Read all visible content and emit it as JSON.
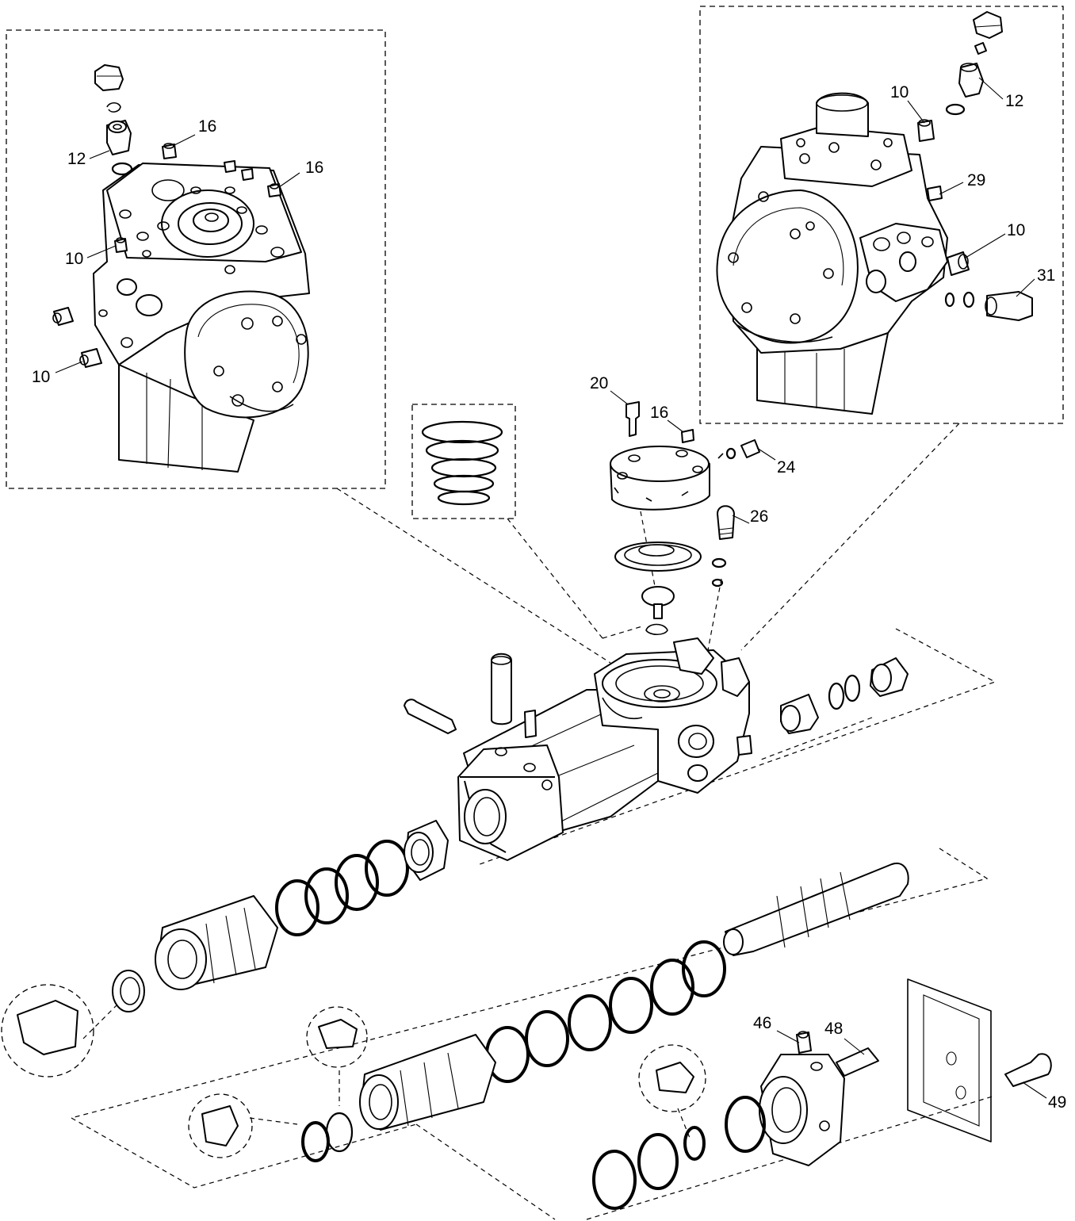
{
  "callouts": [
    {
      "id": "c1",
      "text": "16"
    },
    {
      "id": "c2",
      "text": "12"
    },
    {
      "id": "c3",
      "text": "16"
    },
    {
      "id": "c4",
      "text": "10"
    },
    {
      "id": "c5",
      "text": "10"
    },
    {
      "id": "c6",
      "text": "10"
    },
    {
      "id": "c7",
      "text": "12"
    },
    {
      "id": "c8",
      "text": "29"
    },
    {
      "id": "c9",
      "text": "10"
    },
    {
      "id": "c10",
      "text": "31"
    },
    {
      "id": "c11",
      "text": "20"
    },
    {
      "id": "c12",
      "text": "16"
    },
    {
      "id": "c13",
      "text": "24"
    },
    {
      "id": "c14",
      "text": "26"
    },
    {
      "id": "c15",
      "text": "46"
    },
    {
      "id": "c16",
      "text": "48"
    },
    {
      "id": "c17",
      "text": "49"
    }
  ]
}
